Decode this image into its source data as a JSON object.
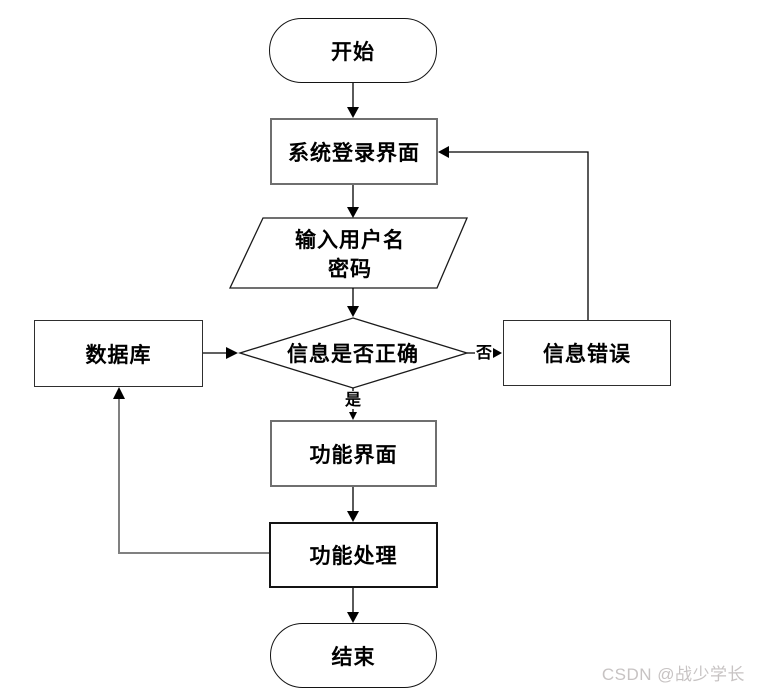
{
  "flowchart": {
    "nodes": {
      "start": {
        "label": "开始",
        "shape": "terminator"
      },
      "login": {
        "label": "系统登录界面",
        "shape": "process"
      },
      "input": {
        "label_line1": "输入用户名",
        "label_line2": "密码",
        "shape": "input-output-parallelogram"
      },
      "decision": {
        "label": "信息是否正确",
        "shape": "decision-diamond"
      },
      "database": {
        "label": "数据库",
        "shape": "process"
      },
      "error": {
        "label": "信息错误",
        "shape": "process"
      },
      "function_ui": {
        "label": "功能界面",
        "shape": "process"
      },
      "function_process": {
        "label": "功能处理",
        "shape": "process"
      },
      "end": {
        "label": "结束",
        "shape": "terminator"
      }
    },
    "branch_labels": {
      "no": "否",
      "yes": "是"
    },
    "edges": [
      {
        "from": "start",
        "to": "login"
      },
      {
        "from": "login",
        "to": "input"
      },
      {
        "from": "input",
        "to": "decision"
      },
      {
        "from": "database",
        "to": "decision"
      },
      {
        "from": "decision",
        "to": "error",
        "label": "否"
      },
      {
        "from": "error",
        "to": "login"
      },
      {
        "from": "decision",
        "to": "function_ui",
        "label": "是"
      },
      {
        "from": "function_ui",
        "to": "function_process"
      },
      {
        "from": "function_process",
        "to": "database"
      },
      {
        "from": "function_process",
        "to": "end"
      }
    ],
    "colors": {
      "background": "#ffffff",
      "line": "#000000",
      "feedback_line": "#808080",
      "gray_border": "#6f6f6f",
      "dark_border": "#141414"
    }
  },
  "watermark": {
    "text": "CSDN @战少学长",
    "color": "#c7c3c3"
  }
}
